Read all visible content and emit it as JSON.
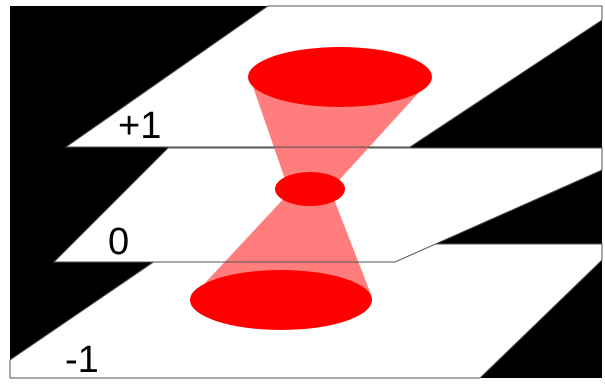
{
  "diagram": {
    "planes": [
      {
        "id": "plus-one",
        "label": "+1"
      },
      {
        "id": "zero",
        "label": "0"
      },
      {
        "id": "minus-one",
        "label": "-1"
      }
    ]
  },
  "colors": {
    "background": "#000000",
    "plane": "#ffffff",
    "plane_edge": "#555555",
    "cone_solid": "#ff0000",
    "cone_translucent": "#ff6f6f"
  }
}
